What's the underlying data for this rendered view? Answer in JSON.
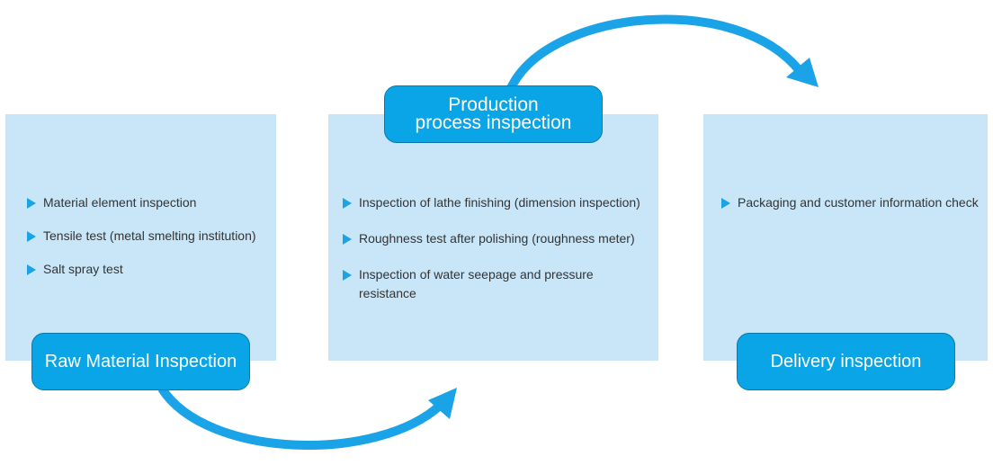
{
  "stages": [
    {
      "title": "Raw Material Inspection",
      "items": [
        "Material element inspection",
        "Tensile test (metal smelting institution)",
        "Salt spray test"
      ]
    },
    {
      "title_line1": "Production",
      "title_line2": "process inspection",
      "items": [
        "Inspection of lathe finishing (dimension inspection)",
        "Roughness test after polishing (roughness meter)",
        "Inspection of water seepage and pressure resistance"
      ]
    },
    {
      "title": "Delivery inspection",
      "items": [
        "Packaging and customer information check"
      ]
    }
  ],
  "colors": {
    "panel": "#c9e6f8",
    "accent": "#0aa5e6",
    "text": "#333333"
  }
}
